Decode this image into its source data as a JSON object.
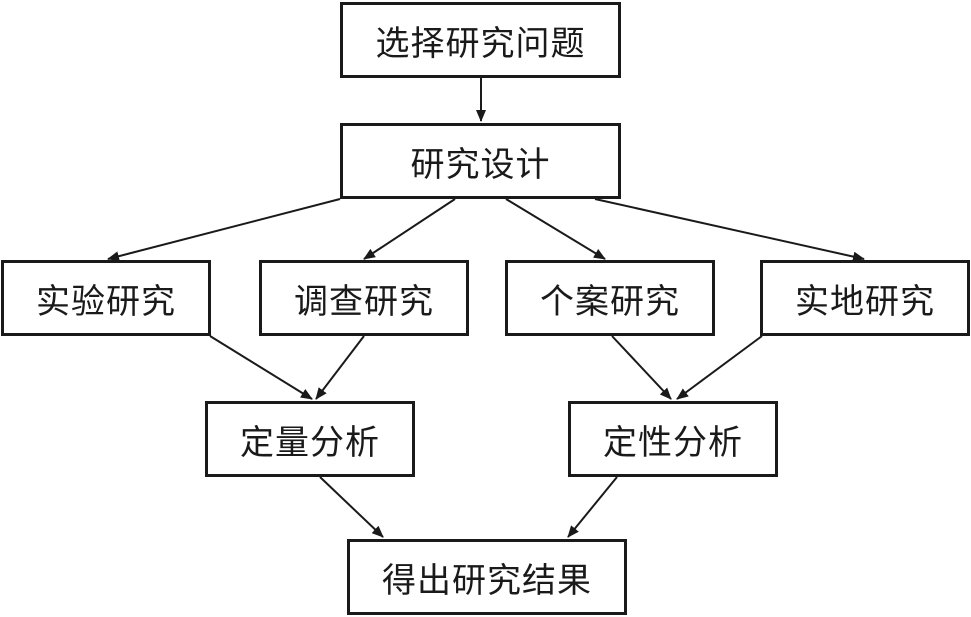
{
  "nodes": {
    "select_problem": "选择研究问题",
    "research_design": "研究设计",
    "experimental": "实验研究",
    "survey": "调查研究",
    "case_study": "个案研究",
    "field": "实地研究",
    "quantitative": "定量分析",
    "qualitative": "定性分析",
    "results": "得出研究结果"
  },
  "colors": {
    "line": "#1a1a1a",
    "background": "#ffffff"
  }
}
